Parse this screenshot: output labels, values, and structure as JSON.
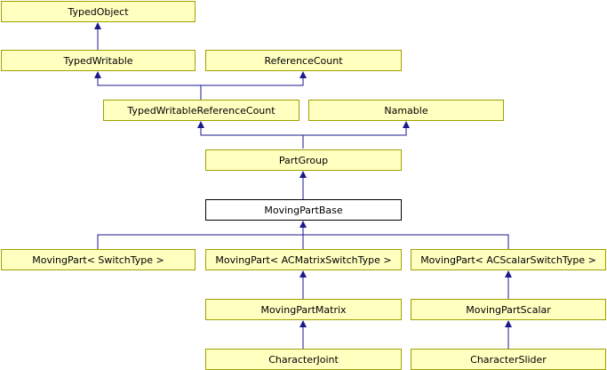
{
  "diagram": {
    "colors": {
      "node_fill": "#ffffc0",
      "node_border": "#a0a000",
      "current_fill": "#ffffff",
      "current_border": "#000000",
      "edge": "#1a1a8c"
    },
    "nodes": {
      "typed_object": "TypedObject",
      "typed_writable": "TypedWritable",
      "reference_count": "ReferenceCount",
      "typed_writable_reference_count": "TypedWritableReferenceCount",
      "namable": "Namable",
      "part_group": "PartGroup",
      "moving_part_base": "MovingPartBase",
      "moving_part_switch": "MovingPart< SwitchType >",
      "moving_part_matrix_switch": "MovingPart< ACMatrixSwitchType >",
      "moving_part_scalar_switch": "MovingPart< ACScalarSwitchType >",
      "moving_part_matrix": "MovingPartMatrix",
      "moving_part_scalar": "MovingPartScalar",
      "character_joint": "CharacterJoint",
      "character_slider": "CharacterSlider"
    },
    "current_node": "moving_part_base"
  }
}
